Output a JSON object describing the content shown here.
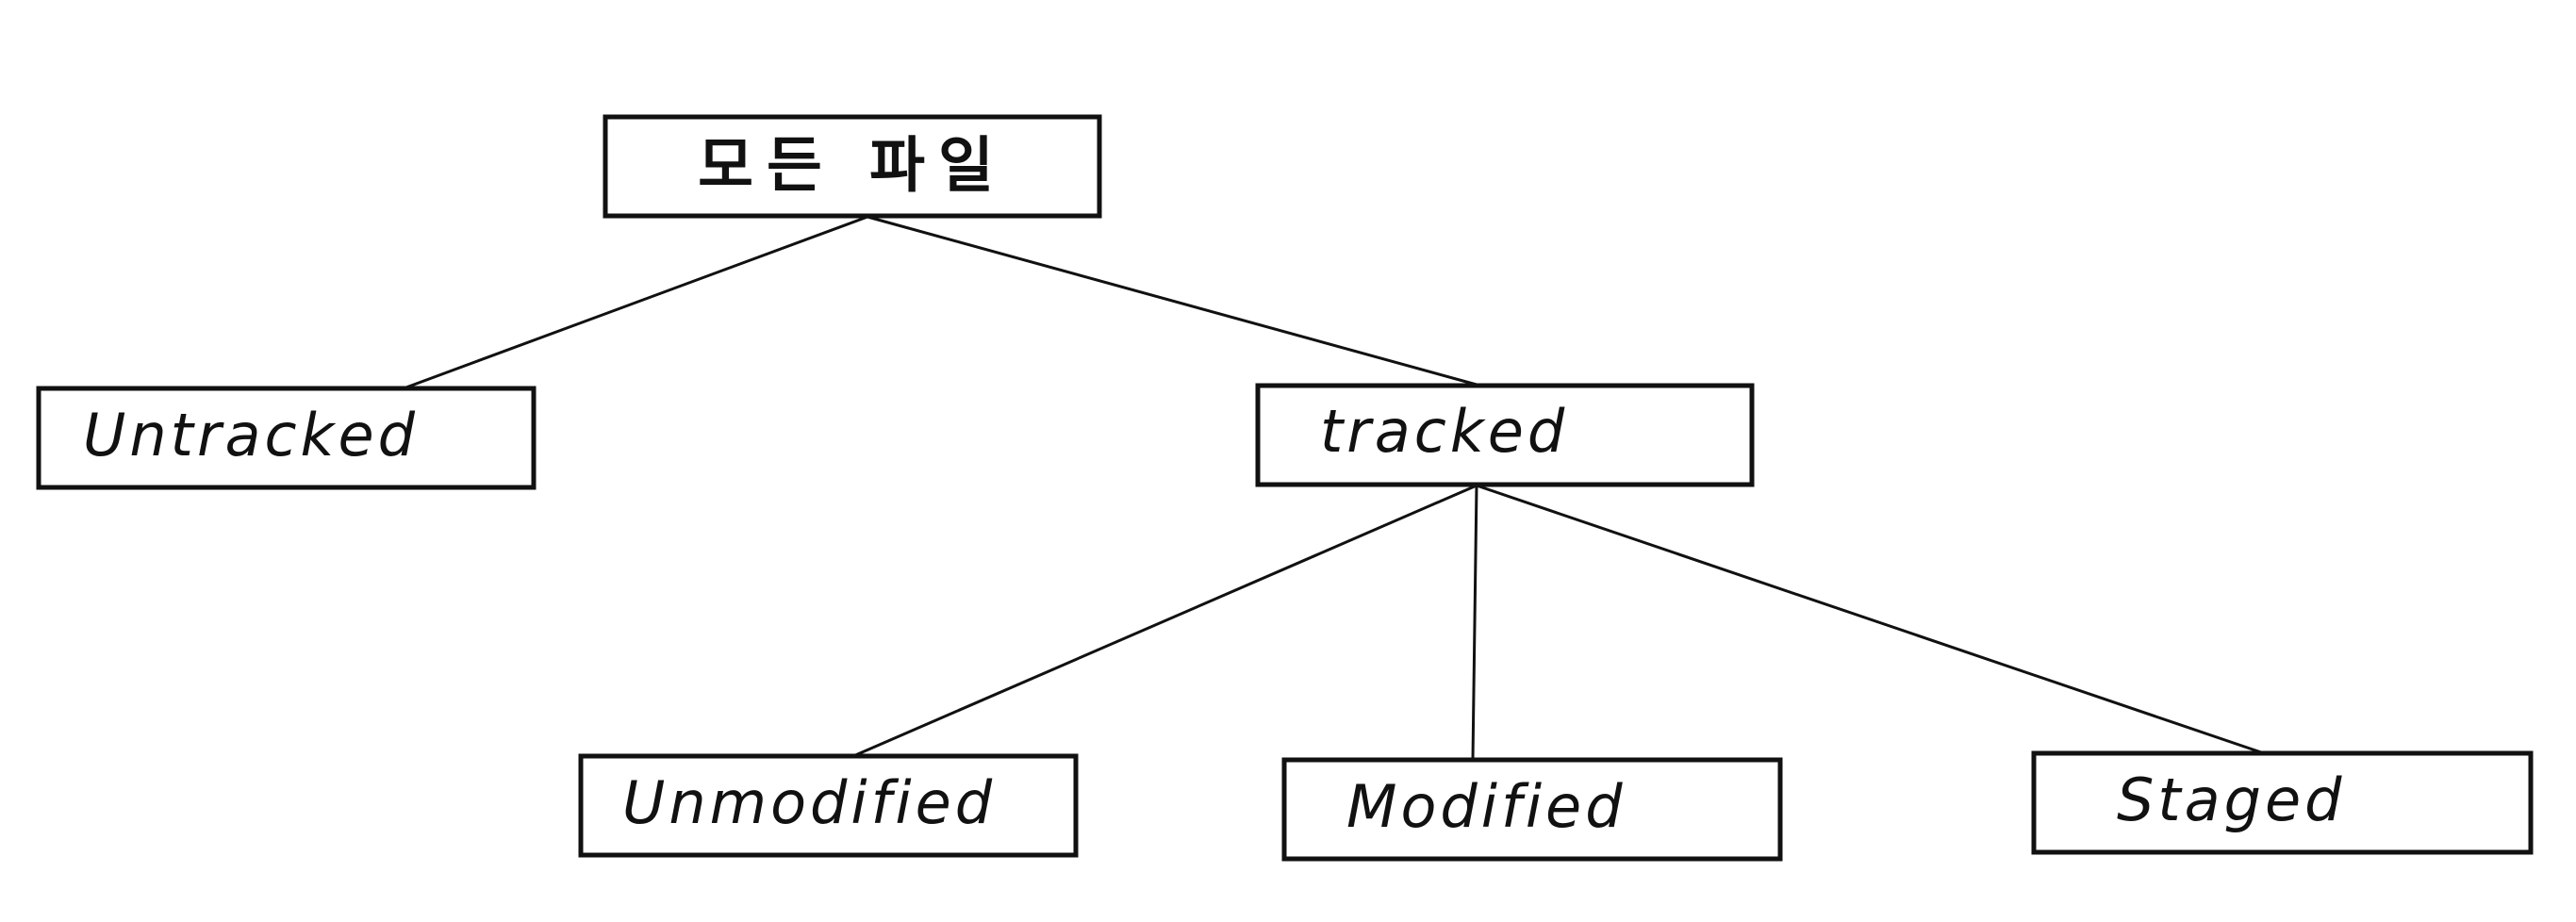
{
  "diagram": {
    "nodes": {
      "root": {
        "label": "모든 파일"
      },
      "untracked": {
        "label": "Untracked"
      },
      "tracked": {
        "label": "tracked"
      },
      "unmodified": {
        "label": "Unmodified"
      },
      "modified": {
        "label": "Modified"
      },
      "staged": {
        "label": "Staged"
      }
    },
    "edges": [
      {
        "from": "root",
        "to": "untracked"
      },
      {
        "from": "root",
        "to": "tracked"
      },
      {
        "from": "tracked",
        "to": "unmodified"
      },
      {
        "from": "tracked",
        "to": "modified"
      },
      {
        "from": "tracked",
        "to": "staged"
      }
    ],
    "colors": {
      "stroke": "#111111",
      "background": "#ffffff"
    }
  }
}
